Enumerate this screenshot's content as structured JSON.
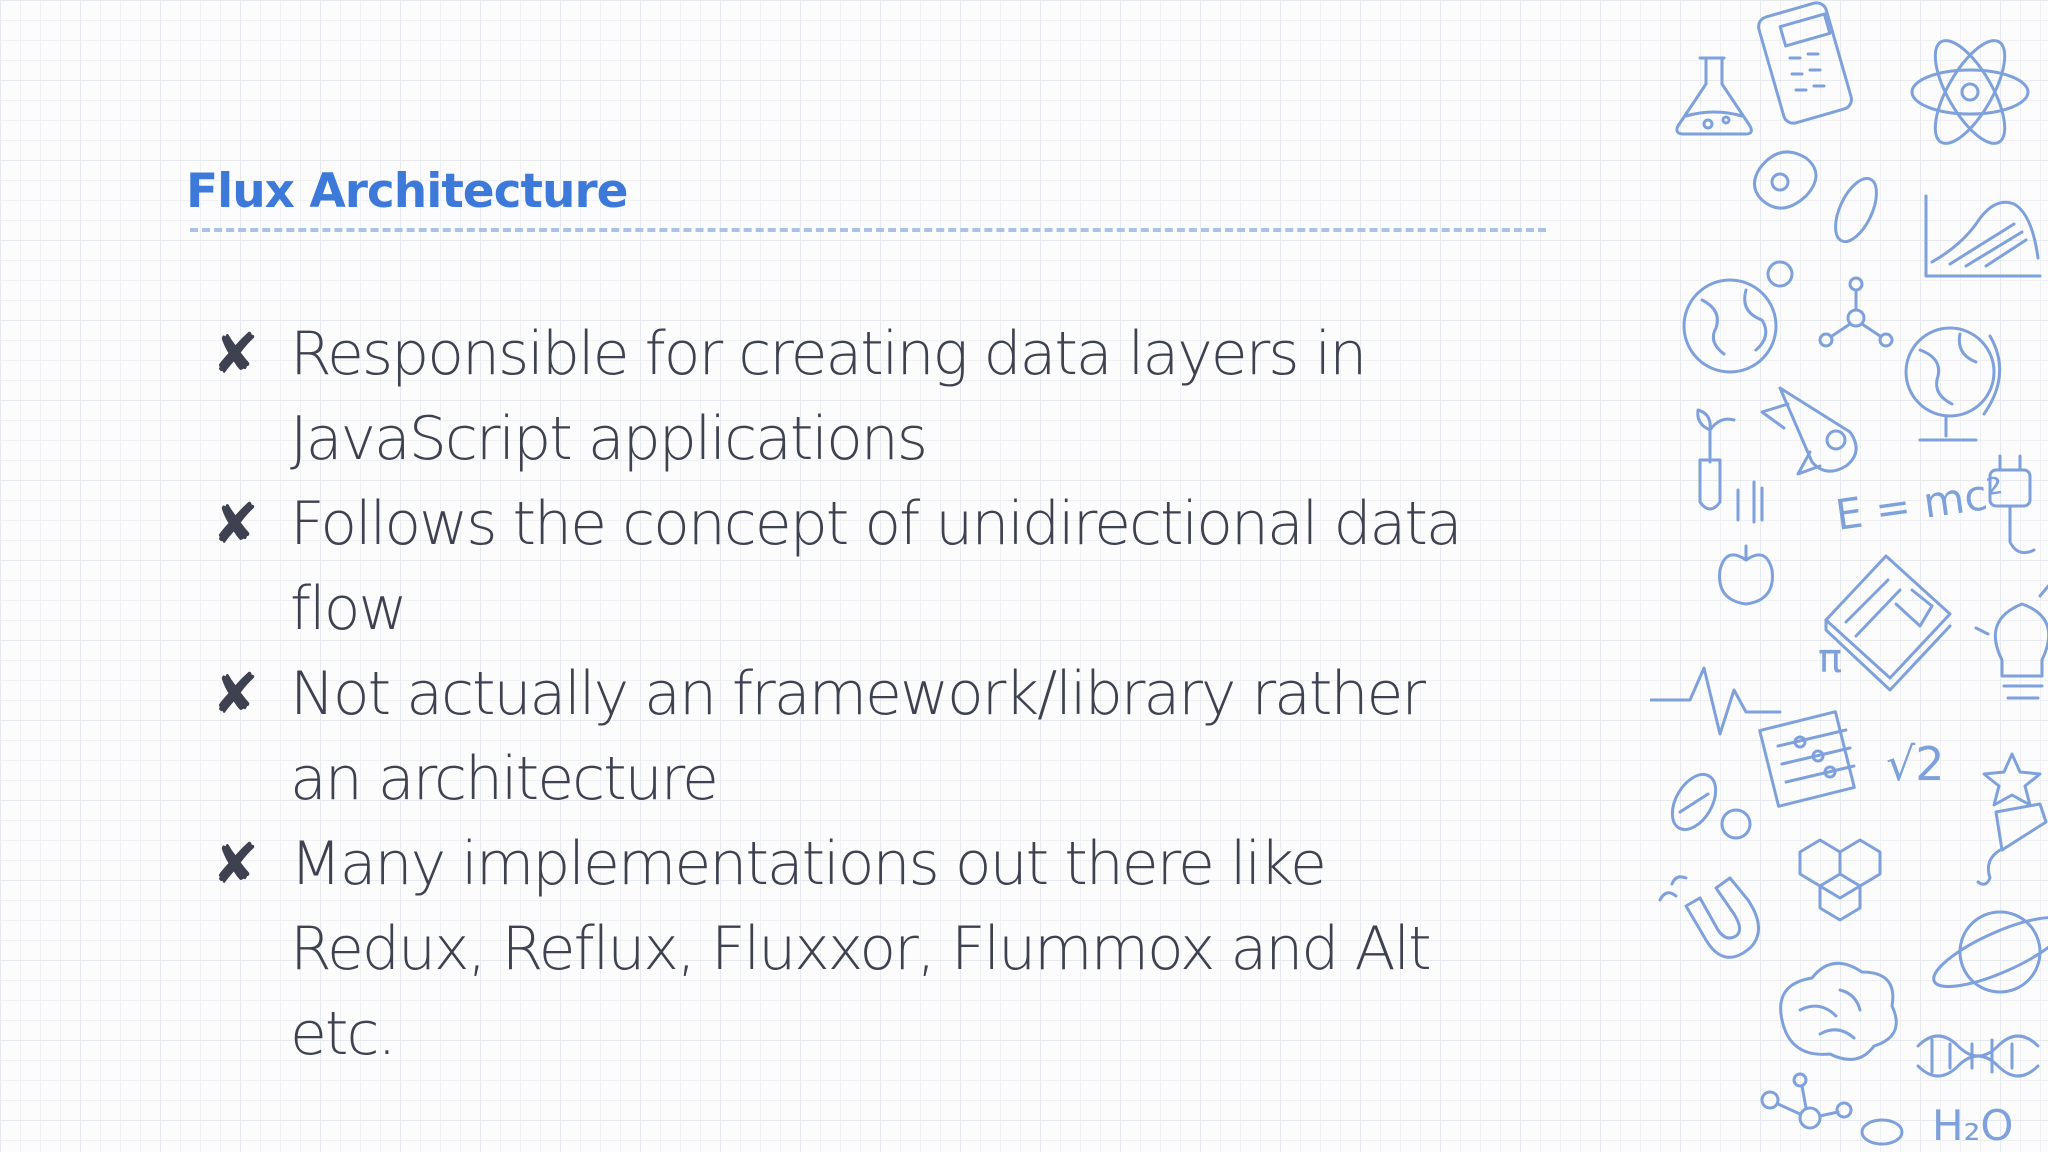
{
  "slide": {
    "title": "Flux Architecture",
    "bullet_marker": "✘",
    "bullets": [
      "Responsible for creating data layers in JavaScript applications",
      "Follows the concept of unidirectional data flow",
      "Not actually an framework/library rather an architecture",
      "Many implementations out there like Redux, Reflux, Fluxxor, Flummox and Alt etc."
    ]
  },
  "decoration": {
    "accent_color": "#3c79d8",
    "doodle_color": "#7ea1dc",
    "text_color": "#3e4250",
    "icons": [
      "flask-icon",
      "calculator-icon",
      "atom-icon",
      "bacteria-icon",
      "graph-icon",
      "globe-icon",
      "molecule-icon",
      "rocket-icon",
      "test-tube-icon",
      "apple-icon",
      "book-icon",
      "plug-icon",
      "lightbulb-icon",
      "heartbeat-icon",
      "abacus-icon",
      "star-icon",
      "pills-icon",
      "hexagon-molecule-icon",
      "thermometer-icon",
      "magnet-icon",
      "brain-icon",
      "planet-icon",
      "dna-icon"
    ],
    "formulas": {
      "emc2": "E = mc²",
      "pi": "π",
      "sqrt2": "√2",
      "h2o": "H₂O"
    }
  }
}
